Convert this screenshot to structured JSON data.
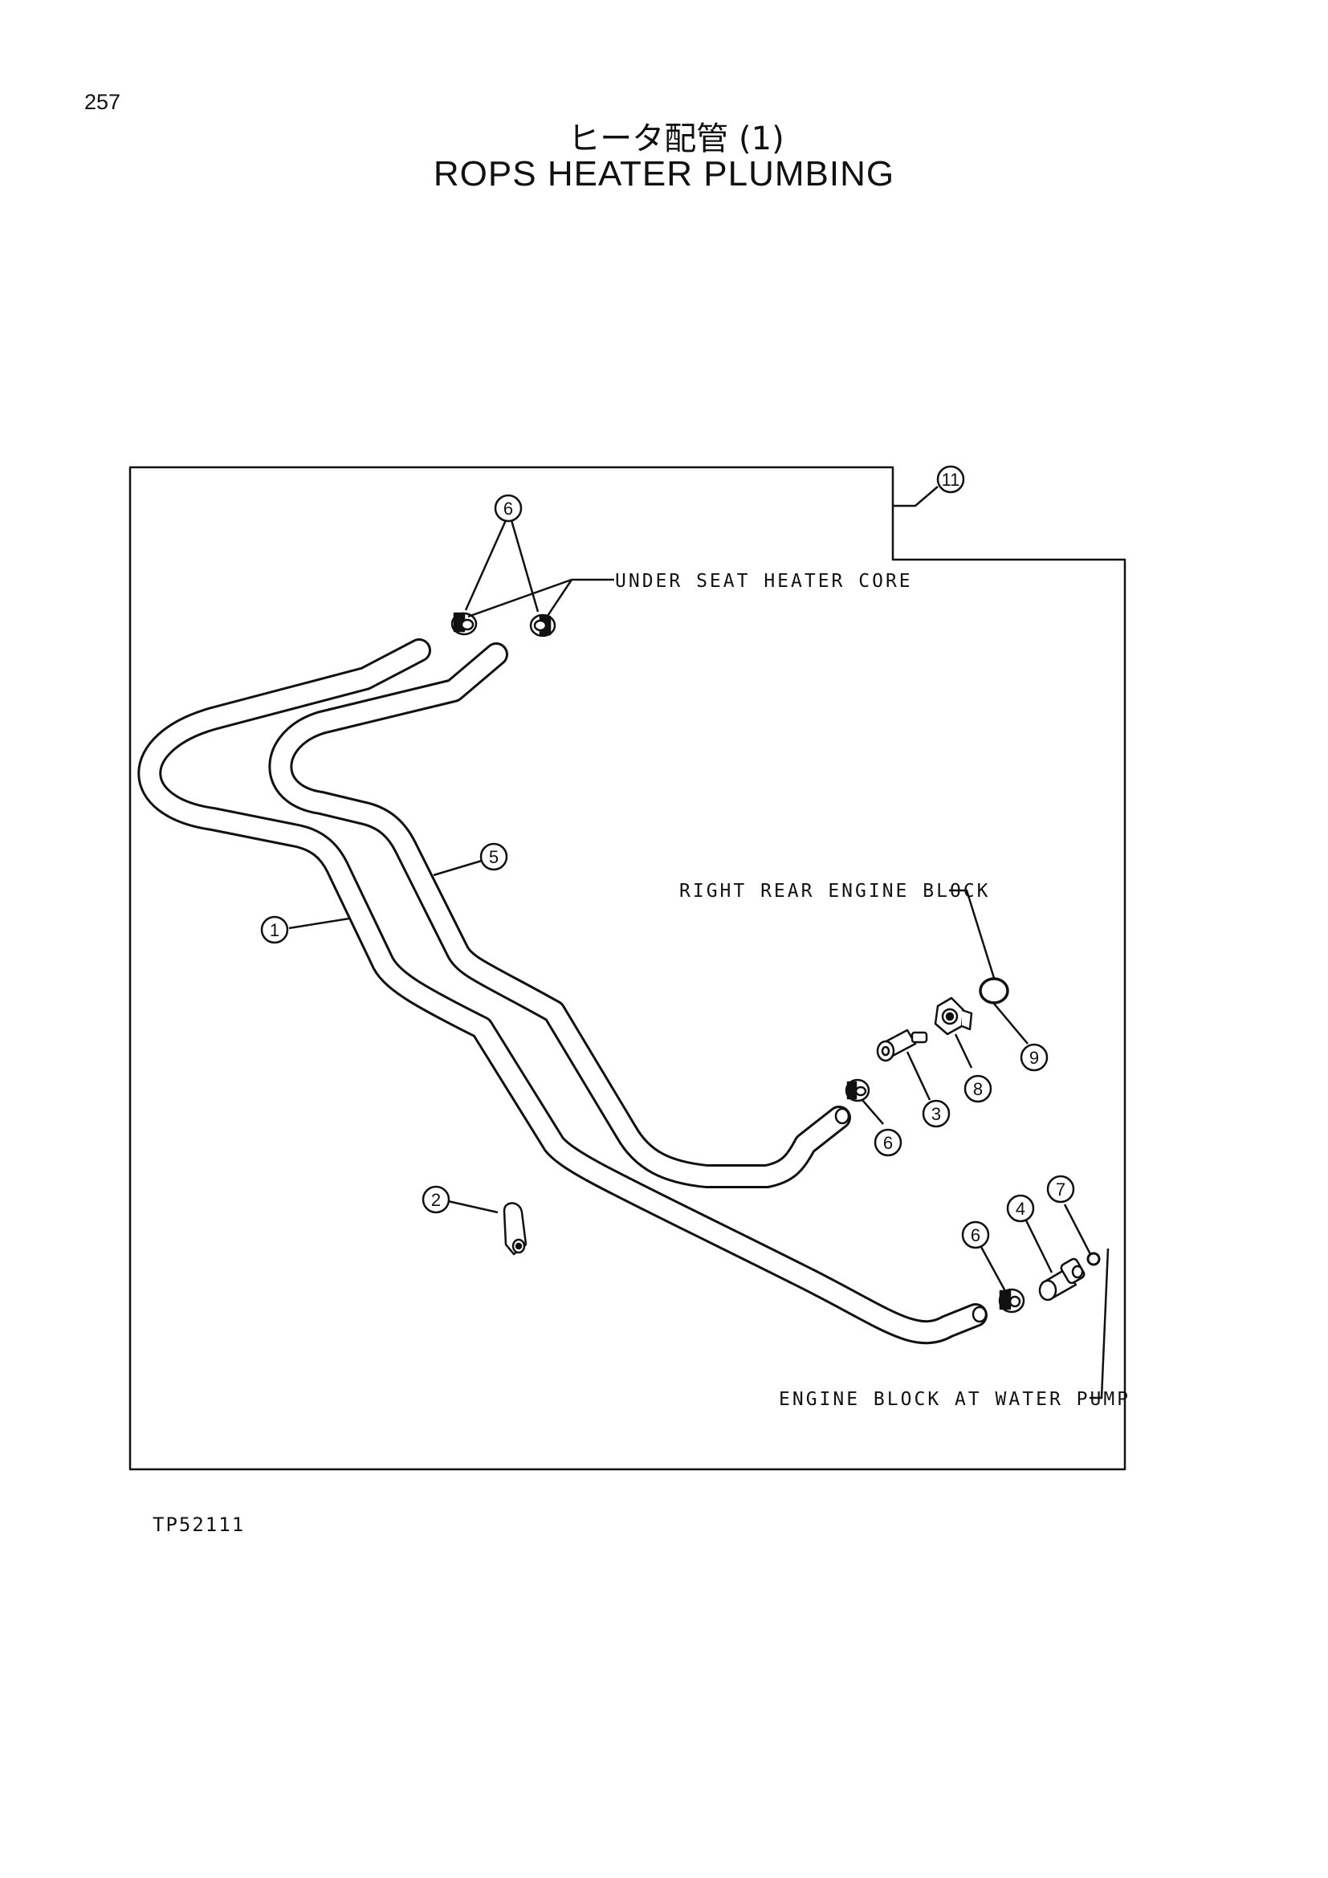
{
  "page": {
    "number": "257",
    "title_jp": "ヒータ配管 (1)",
    "title_en": "ROPS HEATER PLUMBING",
    "drawing_code": "TP52111"
  },
  "labels": {
    "under_seat": "UNDER SEAT HEATER CORE",
    "right_rear": "RIGHT REAR ENGINE BLOCK",
    "water_pump": "ENGINE BLOCK AT WATER PUMP"
  },
  "callouts": {
    "c11": "11",
    "c6a": "6",
    "c5": "5",
    "c1": "1",
    "c9": "9",
    "c8": "8",
    "c3": "3",
    "c6b": "6",
    "c2": "2",
    "c7": "7",
    "c4": "4",
    "c6c": "6"
  }
}
